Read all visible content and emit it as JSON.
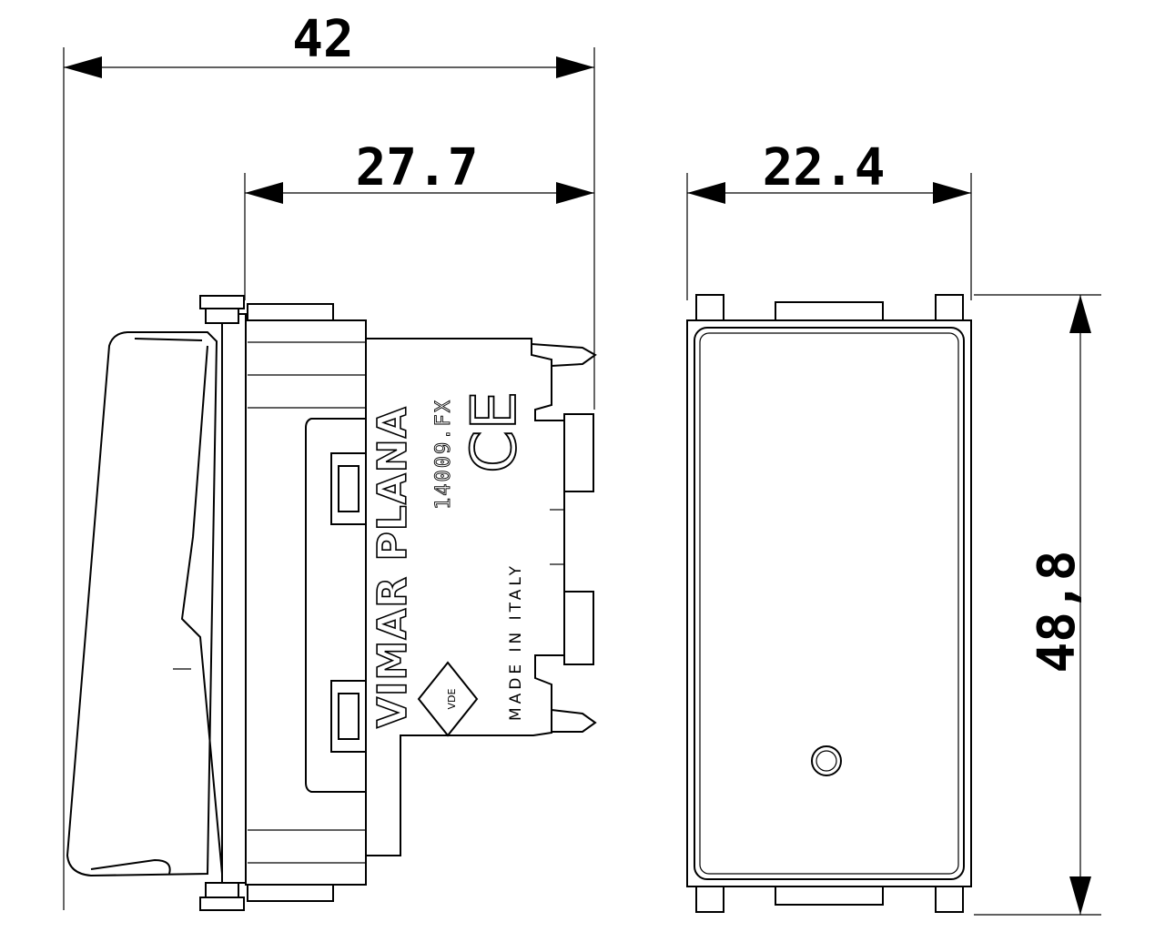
{
  "dimensions": {
    "overall_depth": "42",
    "mechanism_depth": "27.7",
    "front_width": "22.4",
    "front_height": "48,8"
  },
  "side_view_markings": {
    "brand": "VIMAR PLANA",
    "code": "14009.FX",
    "ce_mark": "CE",
    "origin": "MADE IN ITALY",
    "vde_mark": "VDE"
  }
}
